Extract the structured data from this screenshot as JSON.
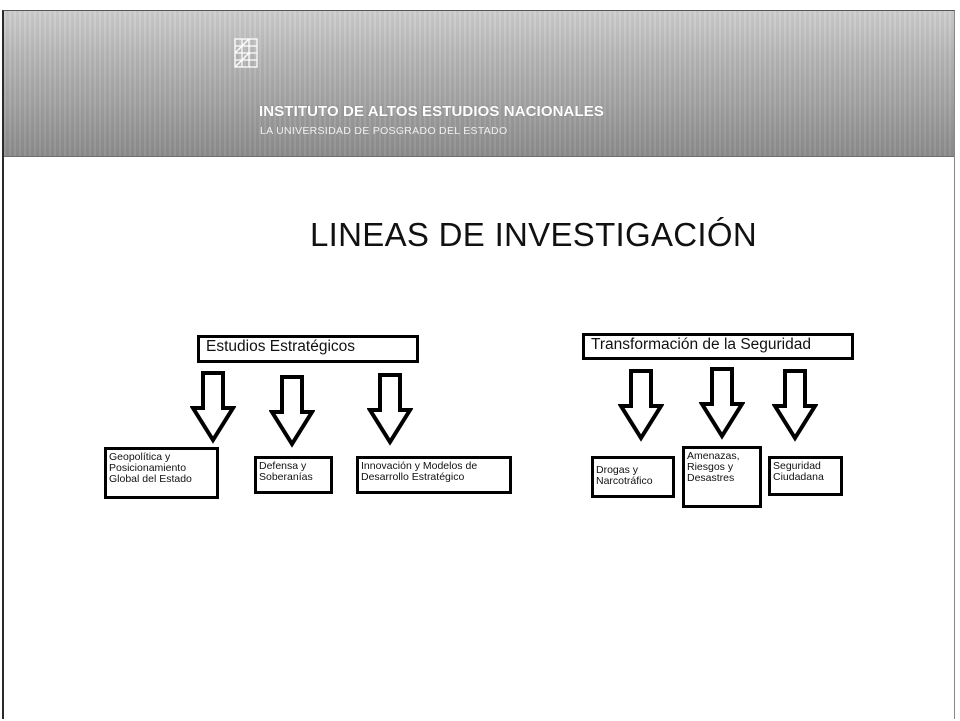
{
  "header": {
    "institution": "INSTITUTO DE ALTOS ESTUDIOS NACIONALES",
    "tagline": "LA UNIVERSIDAD DE POSGRADO DEL ESTADO",
    "logo_icon": "grid-logo-icon"
  },
  "title": "LINEAS DE INVESTIGACIÓN",
  "groups": [
    {
      "heading": "Estudios Estratégicos",
      "items": [
        "Geopolítica y Posicionamiento Global del Estado",
        "Defensa y Soberanías",
        "Innovación y Modelos de Desarrollo Estratégico"
      ]
    },
    {
      "heading": "Transformación de la Seguridad",
      "items": [
        "Drogas y Narcotráfico",
        "Amenazas, Riesgos y Desastres",
        "Seguridad Ciudadana"
      ]
    }
  ],
  "colors": {
    "banner": "#a8a8a8",
    "banner_text": "#ffffff",
    "box_border": "#000000"
  }
}
